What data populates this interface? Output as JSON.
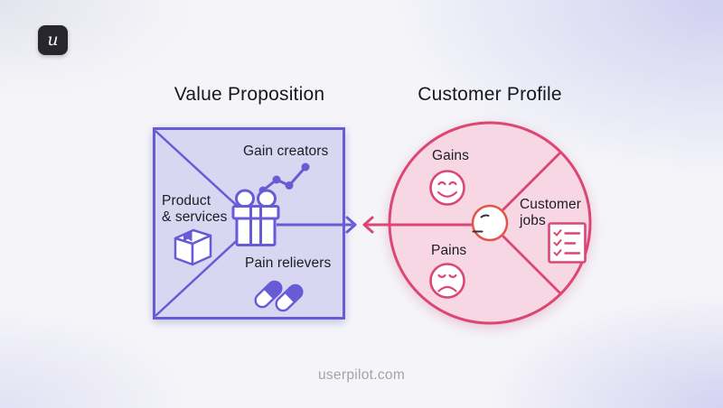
{
  "logo": {
    "letter": "u"
  },
  "diagram": {
    "value_proposition": {
      "title": "Value Proposition",
      "gain_creators_label": "Gain creators",
      "products_services_label": "Product\n& services",
      "pain_relievers_label": "Pain relievers"
    },
    "customer_profile": {
      "title": "Customer Profile",
      "gains_label": "Gains",
      "pains_label": "Pains",
      "customer_jobs_label": "Customer\njobs"
    },
    "colors": {
      "purple_stroke": "#675bd6",
      "purple_fill": "#d8d6f1",
      "pink_stroke": "#dc4672",
      "pink_fill": "#f6d7e3",
      "center_head_stroke": "#e25549",
      "background_tint": "#e4e3f4"
    }
  },
  "footer": {
    "watermark": "userpilot.com"
  }
}
